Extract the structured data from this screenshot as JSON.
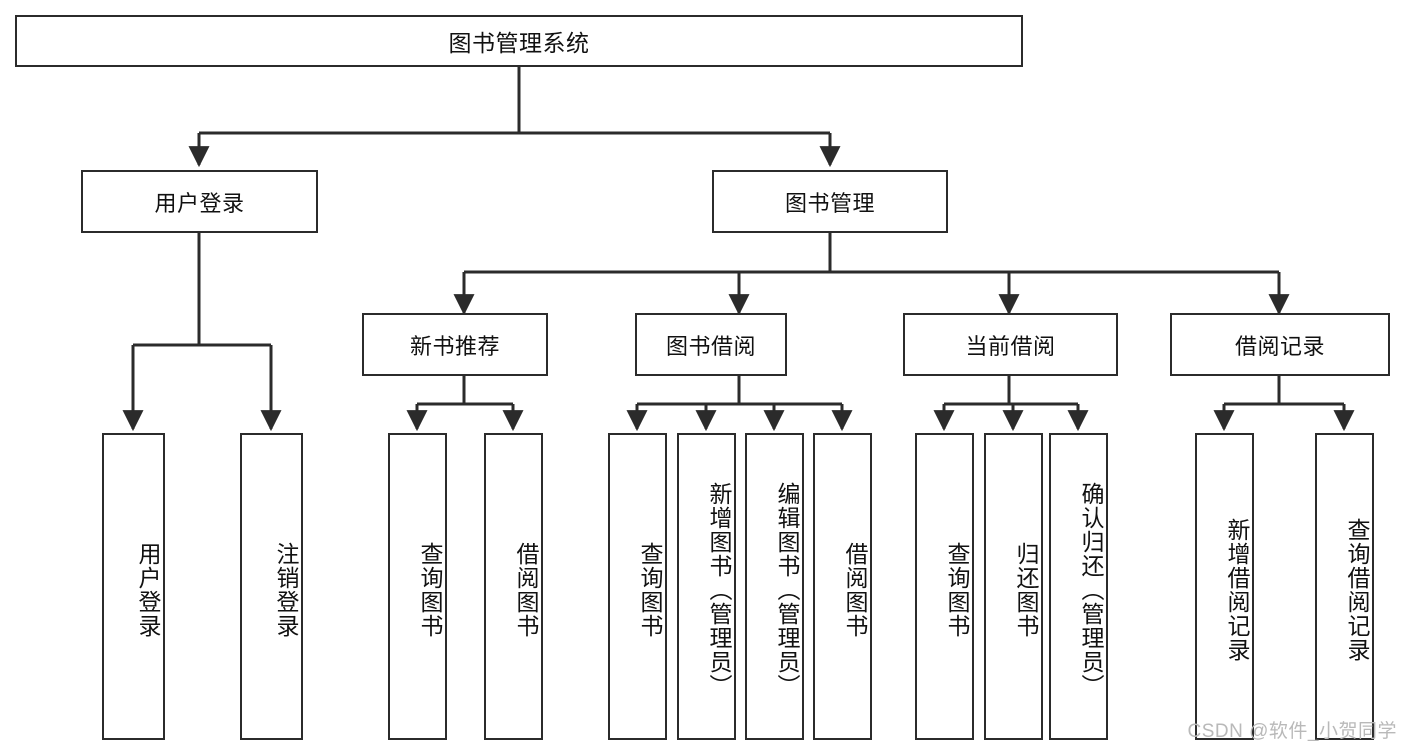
{
  "diagram": {
    "title": "图书管理系统",
    "type": "tree-hierarchy",
    "watermark": "CSDN @软件_小贺同学",
    "colors": {
      "background": "#ffffff",
      "node_fill": "#ffffff",
      "node_stroke": "#2b2b2b",
      "edge": "#2b2b2b",
      "text": "#111111",
      "watermark": "#b9b9b9"
    },
    "root": {
      "label": "图书管理系统"
    },
    "level2": [
      {
        "label": "用户登录"
      },
      {
        "label": "图书管理"
      }
    ],
    "level3": [
      {
        "label": "新书推荐"
      },
      {
        "label": "图书借阅"
      },
      {
        "label": "当前借阅"
      },
      {
        "label": "借阅记录"
      }
    ],
    "leaves": {
      "user_login": [
        {
          "label": "用户登录"
        },
        {
          "label": "注销登录"
        }
      ],
      "new_book_recommend": [
        {
          "label": "查询图书"
        },
        {
          "label": "借阅图书"
        }
      ],
      "book_borrow": [
        {
          "label": "查询图书"
        },
        {
          "label": "新增图书（管理员）"
        },
        {
          "label": "编辑图书（管理员）"
        },
        {
          "label": "借阅图书"
        }
      ],
      "current_borrow": [
        {
          "label": "查询图书"
        },
        {
          "label": "归还图书"
        },
        {
          "label": "确认归还（管理员）"
        }
      ],
      "borrow_record": [
        {
          "label": "新增借阅记录"
        },
        {
          "label": "查询借阅记录"
        }
      ]
    }
  }
}
